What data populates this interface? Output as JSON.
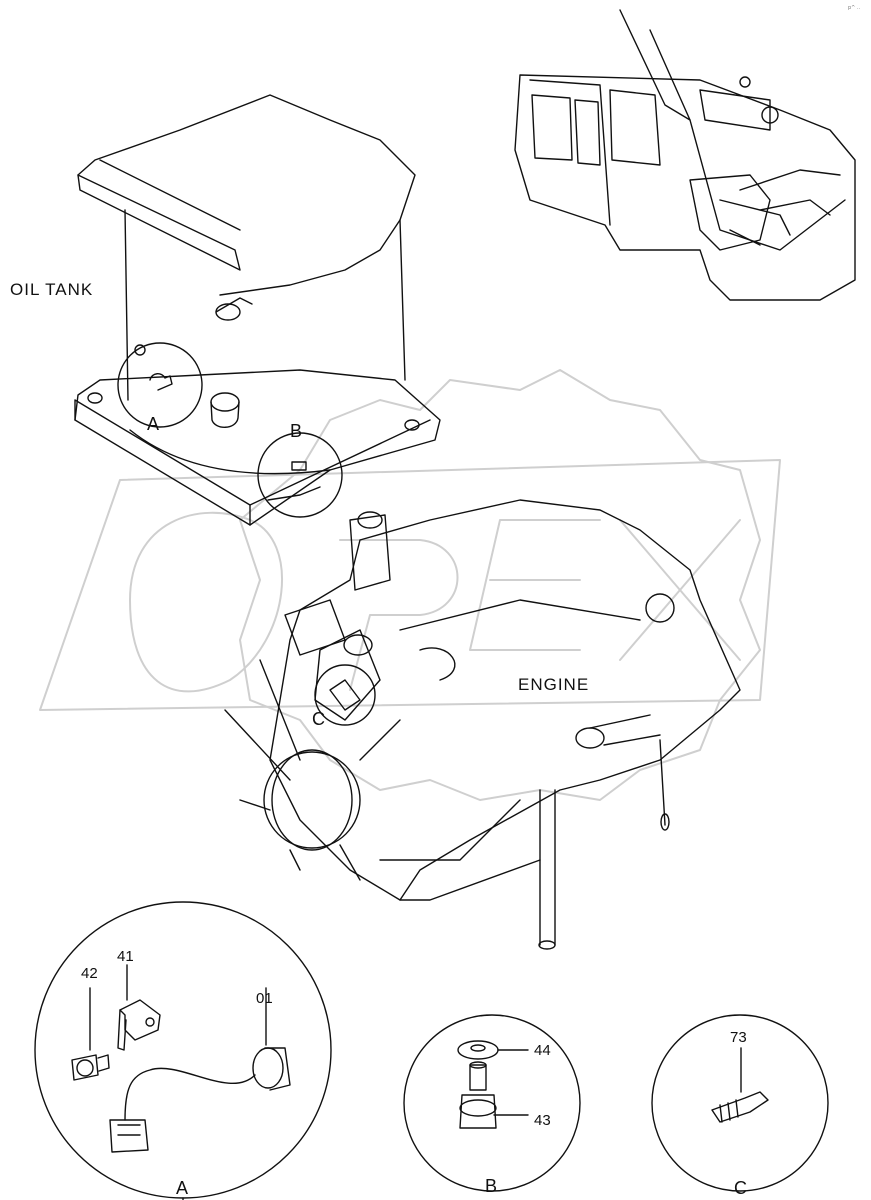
{
  "labels": {
    "oil_tank": "OIL TANK",
    "engine": "ENGINE",
    "callout_a": "A",
    "callout_b": "B",
    "callout_c": "C"
  },
  "details": [
    {
      "id": "A",
      "label": "A",
      "parts": [
        "42",
        "41",
        "01"
      ]
    },
    {
      "id": "B",
      "label": "B",
      "parts": [
        "44",
        "43"
      ]
    },
    {
      "id": "C",
      "label": "C",
      "parts": [
        "73"
      ]
    }
  ],
  "watermark": {
    "text": "OPEX",
    "color": "#d8d8d8"
  },
  "page_mark": "p^ .."
}
